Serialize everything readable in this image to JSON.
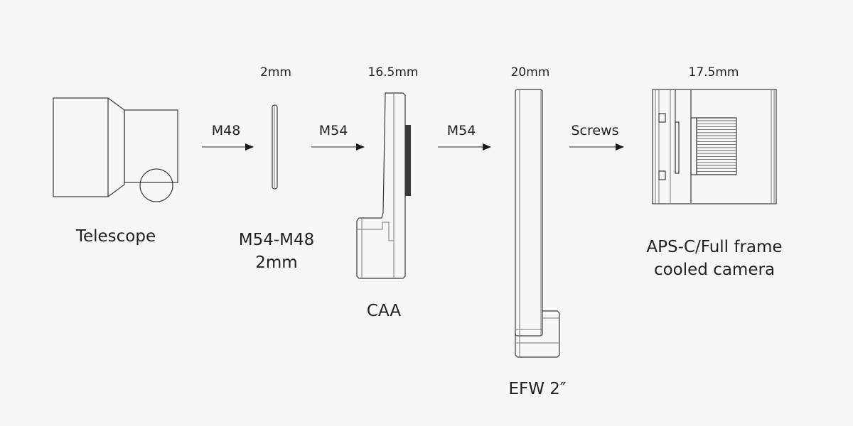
{
  "components": [
    {
      "name": "Telescope",
      "thickness": ""
    },
    {
      "name_line1": "M54-M48",
      "name_line2": "2mm",
      "thickness": "2mm"
    },
    {
      "name": "CAA",
      "thickness": "16.5mm"
    },
    {
      "name": "EFW 2″",
      "thickness": "20mm"
    },
    {
      "name_line1": "APS-C/Full frame",
      "name_line2": "cooled camera",
      "thickness": "17.5mm"
    }
  ],
  "connections": [
    "M48",
    "M54",
    "M54",
    "Screws"
  ],
  "colors": {
    "background": "#f7f7f7",
    "line": "#3a3a3a",
    "text": "#231f1f"
  }
}
